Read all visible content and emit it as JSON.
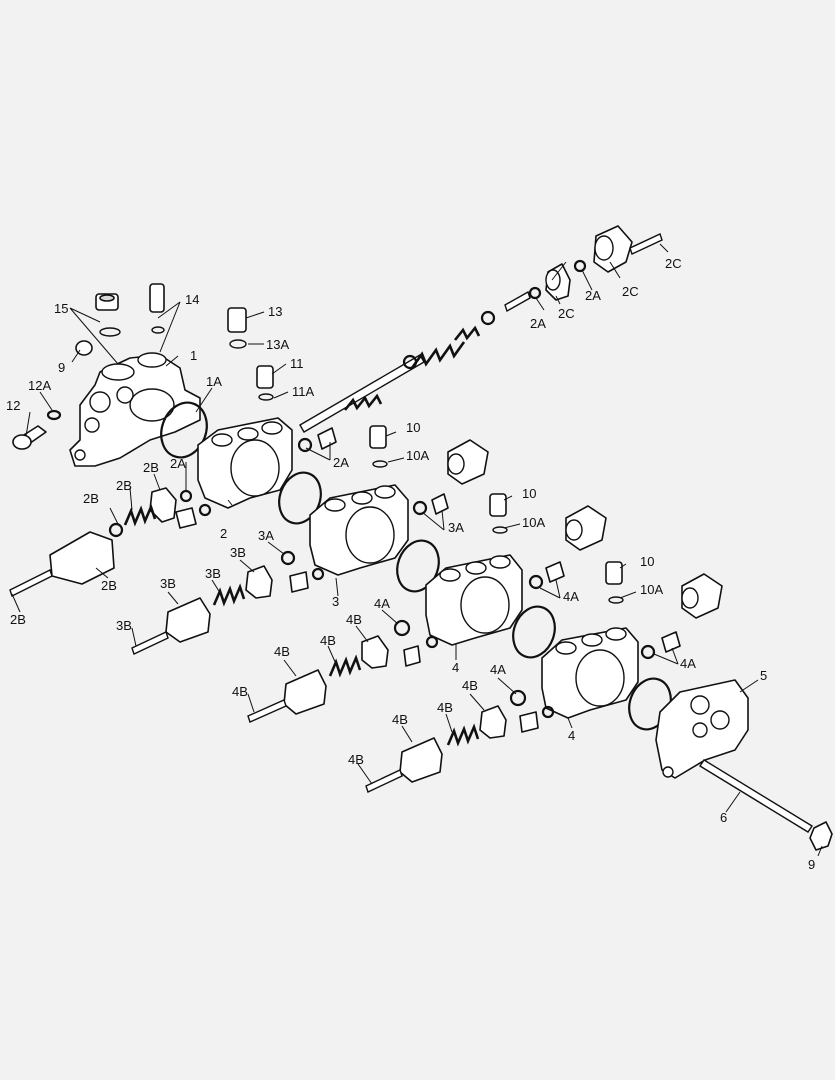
{
  "callouts": {
    "c_15": "15",
    "c_14": "14",
    "c_9a": "9",
    "c_1": "1",
    "c_12a": "12A",
    "c_12": "12",
    "c_13": "13",
    "c_13a": "13A",
    "c_11": "11",
    "c_11a": "11A",
    "c_1a": "1A",
    "c_2a_left": "2A",
    "c_2a_mid": "2A",
    "c_2a_top1": "2A",
    "c_2a_top2": "2A",
    "c_2c_a": "2C",
    "c_2c_b": "2C",
    "c_2c_c": "2C",
    "c_2b_1": "2B",
    "c_2b_2": "2B",
    "c_2b_3": "2B",
    "c_2b_4": "2B",
    "c_2b_5": "2B",
    "c_2": "2",
    "c_10a_lbl": "10",
    "c_10a_sub": "10A",
    "c_3a_left": "3A",
    "c_3a_right": "3A",
    "c_3b_1": "3B",
    "c_3b_2": "3B",
    "c_3b_3": "3B",
    "c_3b_4": "3B",
    "c_3": "3",
    "c_10b_lbl": "10",
    "c_10b_sub": "10A",
    "c_10c_lbl": "10",
    "c_10c_sub": "10A",
    "c_4a_1": "4A",
    "c_4a_2": "4A",
    "c_4a_3": "4A",
    "c_4a_4": "4A",
    "c_4b_1": "4B",
    "c_4b_2": "4B",
    "c_4b_3": "4B",
    "c_4b_4": "4B",
    "c_4b_5": "4B",
    "c_4b_6": "4B",
    "c_4b_7": "4B",
    "c_4b_8": "4B",
    "c_4_a": "4",
    "c_4_b": "4",
    "c_5": "5",
    "c_6": "6",
    "c_9b": "9"
  }
}
